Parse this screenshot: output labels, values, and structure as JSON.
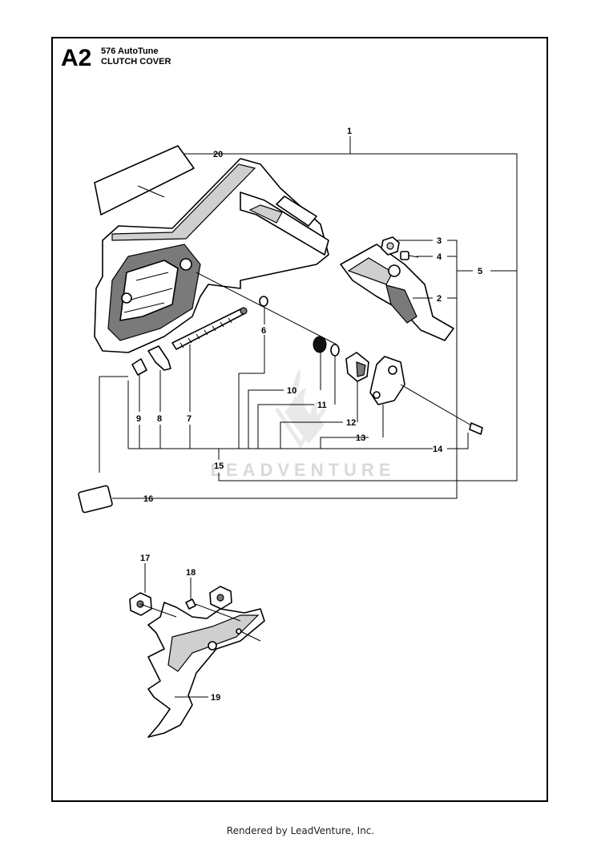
{
  "header": {
    "section_code": "A2",
    "model": "576 AutoTune",
    "assembly": "CLUTCH COVER"
  },
  "callouts": [
    "1",
    "2",
    "3",
    "4",
    "5",
    "6",
    "7",
    "8",
    "9",
    "10",
    "11",
    "12",
    "13",
    "14",
    "15",
    "16",
    "17",
    "18",
    "19",
    "20"
  ],
  "watermark": "LEADVENTURE",
  "footer": "Rendered by LeadVenture, Inc."
}
